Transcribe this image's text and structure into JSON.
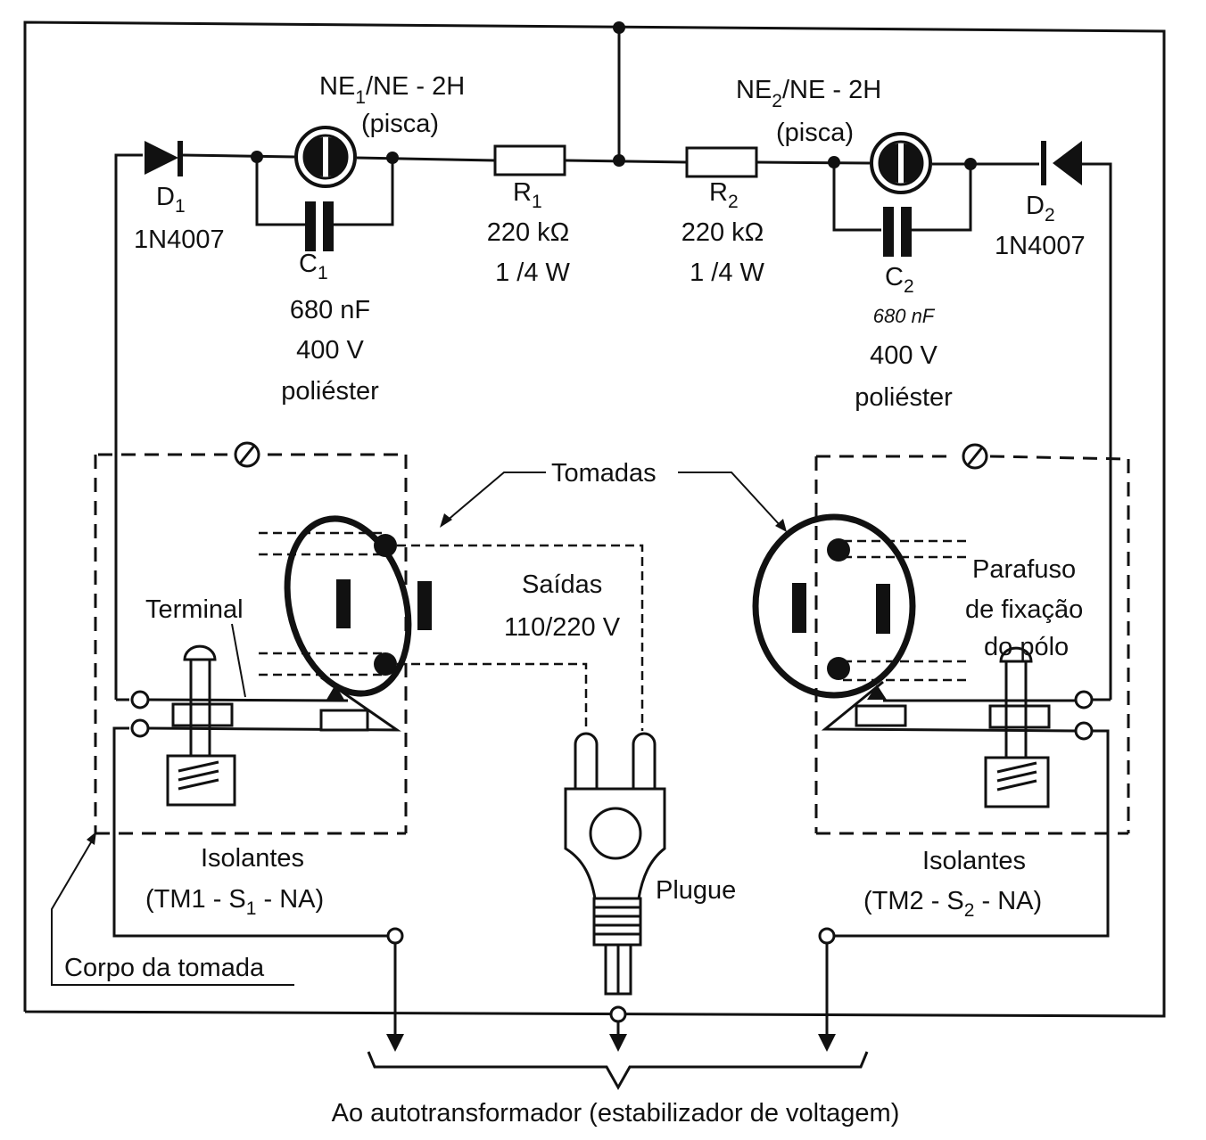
{
  "diagram": {
    "caption": "Ao autotransformador (estabilizador de voltagem)",
    "components": {
      "d1": {
        "ref": "D",
        "sub": "1",
        "part": "1N4007"
      },
      "d2": {
        "ref": "D",
        "sub": "2",
        "part": "1N4007"
      },
      "ne1": {
        "ref": "NE",
        "sub": "1",
        "part": "/NE - 2H",
        "note": "(pisca)"
      },
      "ne2": {
        "ref": "NE",
        "sub": "2",
        "part": "/NE - 2H",
        "note": "(pisca)"
      },
      "c1": {
        "ref": "C",
        "sub": "1",
        "value": "680 nF",
        "voltage": "400 V",
        "type": "poliéster"
      },
      "c2": {
        "ref": "C",
        "sub": "2",
        "value": "680 nF",
        "voltage": "400 V",
        "type": "poliéster"
      },
      "r1": {
        "ref": "R",
        "sub": "1",
        "value": "220 kΩ",
        "power": "1 /4 W"
      },
      "r2": {
        "ref": "R",
        "sub": "2",
        "value": "220 kΩ",
        "power": "1 /4 W"
      }
    },
    "labels": {
      "tomadas": "Tomadas",
      "saidas": "Saídas",
      "saidas_voltage": "110/220 V",
      "terminal": "Terminal",
      "parafuso_1": "Parafuso",
      "parafuso_2": "de fixação",
      "parafuso_3": "do pólo",
      "isolantes_left": "Isolantes",
      "tm1_a": "(TM1 - S",
      "tm1_sub": "1",
      "tm1_b": " - NA)",
      "isolantes_right": "Isolantes",
      "tm2_a": "(TM2 - S",
      "tm2_sub": "2",
      "tm2_b": " - NA)",
      "plugue": "Plugue",
      "corpo": "Corpo da tomada"
    }
  }
}
